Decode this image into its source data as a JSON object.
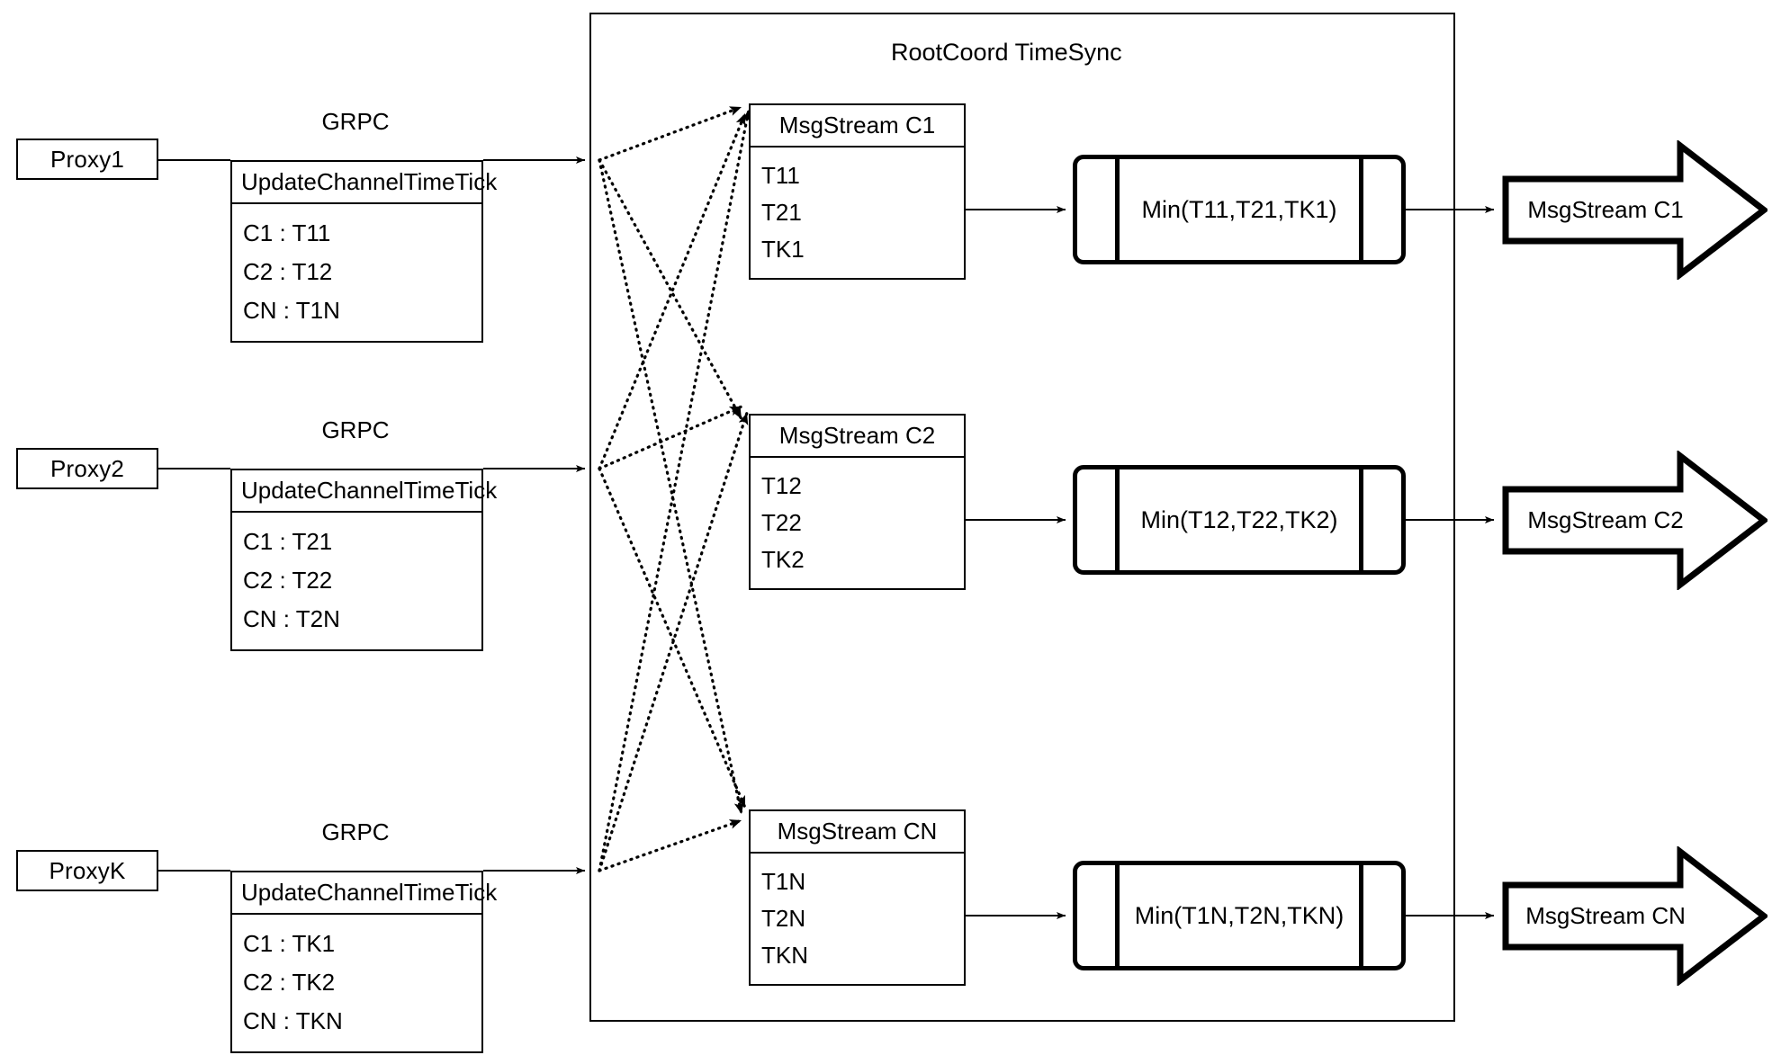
{
  "diagram": {
    "title": "RootCoord TimeSync",
    "grpc_label": "GRPC",
    "tick_header": "UpdateChannelTimeTick"
  },
  "proxies": [
    {
      "name": "Proxy1",
      "link_label": "GRPC",
      "tick": {
        "header": "UpdateChannelTimeTick",
        "rows": [
          "C1 :  T11",
          "C2 :  T12",
          "CN : T1N"
        ]
      }
    },
    {
      "name": "Proxy2",
      "link_label": "GRPC",
      "tick": {
        "header": "UpdateChannelTimeTick",
        "rows": [
          "C1 :  T21",
          "C2 :  T22",
          "CN : T2N"
        ]
      }
    },
    {
      "name": "ProxyK",
      "link_label": "GRPC",
      "tick": {
        "header": "UpdateChannelTimeTick",
        "rows": [
          "C1 :  TK1",
          "C2 :  TK2",
          "CN : TKN"
        ]
      }
    }
  ],
  "channels": [
    {
      "stream": {
        "header": "MsgStream C1",
        "rows": [
          "T11",
          "T21",
          "TK1"
        ]
      },
      "process": "Min(T11,T21,TK1)",
      "output": "MsgStream C1"
    },
    {
      "stream": {
        "header": "MsgStream C2",
        "rows": [
          "T12",
          "T22",
          "TK2"
        ]
      },
      "process": "Min(T12,T22,TK2)",
      "output": "MsgStream C2"
    },
    {
      "stream": {
        "header": "MsgStream CN",
        "rows": [
          "T1N",
          "T2N",
          "TKN"
        ]
      },
      "process": "Min(T1N,T2N,TKN)",
      "output": "MsgStream CN"
    }
  ],
  "colors": {
    "stroke": "#000000",
    "background": "#ffffff"
  }
}
